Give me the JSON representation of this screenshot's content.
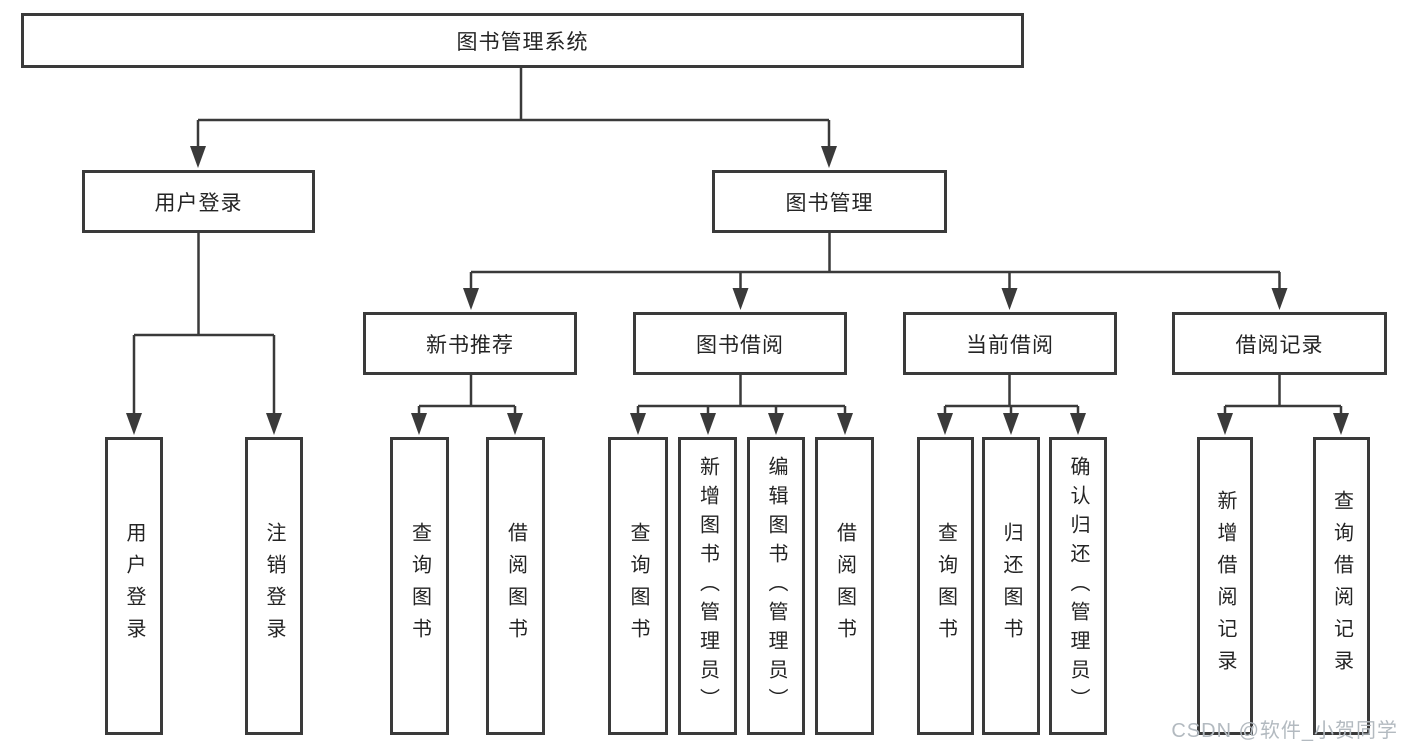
{
  "diagram_title": "图书管理系统",
  "watermark": "CSDN @软件_小贺同学",
  "colors": {
    "line": "#3a3a3a",
    "box_border": "#3a3a3a",
    "text": "#242424",
    "watermark": "#b3bac0",
    "background": "#ffffff"
  },
  "tree": {
    "label": "图书管理系统",
    "children": [
      {
        "label": "用户登录",
        "children": [
          {
            "label": "用户登录"
          },
          {
            "label": "注销登录"
          }
        ]
      },
      {
        "label": "图书管理",
        "children": [
          {
            "label": "新书推荐",
            "children": [
              {
                "label": "查询图书"
              },
              {
                "label": "借阅图书"
              }
            ]
          },
          {
            "label": "图书借阅",
            "children": [
              {
                "label": "查询图书"
              },
              {
                "label": "新增图书（管理员）"
              },
              {
                "label": "编辑图书（管理员）"
              },
              {
                "label": "借阅图书"
              }
            ]
          },
          {
            "label": "当前借阅",
            "children": [
              {
                "label": "查询图书"
              },
              {
                "label": "归还图书"
              },
              {
                "label": "确认归还（管理员）"
              }
            ]
          },
          {
            "label": "借阅记录",
            "children": [
              {
                "label": "新增借阅记录"
              },
              {
                "label": "查询借阅记录"
              }
            ]
          }
        ]
      }
    ]
  }
}
